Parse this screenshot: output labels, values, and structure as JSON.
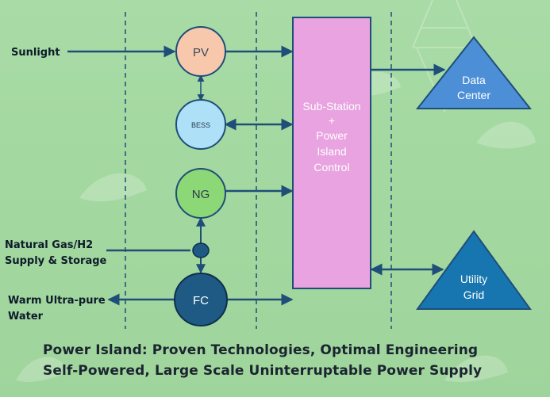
{
  "inputs": {
    "sunlight": "Sunlight",
    "gas_line1": "Natural Gas/H2",
    "gas_line2": "Supply & Storage",
    "water_line1": "Warm  Ultra-pure",
    "water_line2": "Water"
  },
  "nodes": {
    "pv": "PV",
    "bess": "BESS",
    "ng": "NG",
    "fc": "FC"
  },
  "substation": {
    "line1": "Sub-Station",
    "line2": "+",
    "line3": "Power",
    "line4": "Island",
    "line5": "Control"
  },
  "outputs": {
    "data_center_line1": "Data",
    "data_center_line2": "Center",
    "utility_grid_line1": "Utility",
    "utility_grid_line2": "Grid"
  },
  "caption": {
    "line1": "Power Island: Proven Technologies, Optimal Engineering",
    "line2": "Self-Powered, Large Scale Uninterruptable Power Supply"
  },
  "colors": {
    "background": "#a6d9a3",
    "arrow": "#1f4e79",
    "pv_fill": "#f8c8ac",
    "bess_fill": "#aee0f7",
    "ng_fill": "#8cd876",
    "fc_fill": "#1e5a84",
    "substation_fill": "#e8a3e0",
    "data_center_fill": "#4d8fd6",
    "utility_grid_fill": "#1776b0"
  }
}
